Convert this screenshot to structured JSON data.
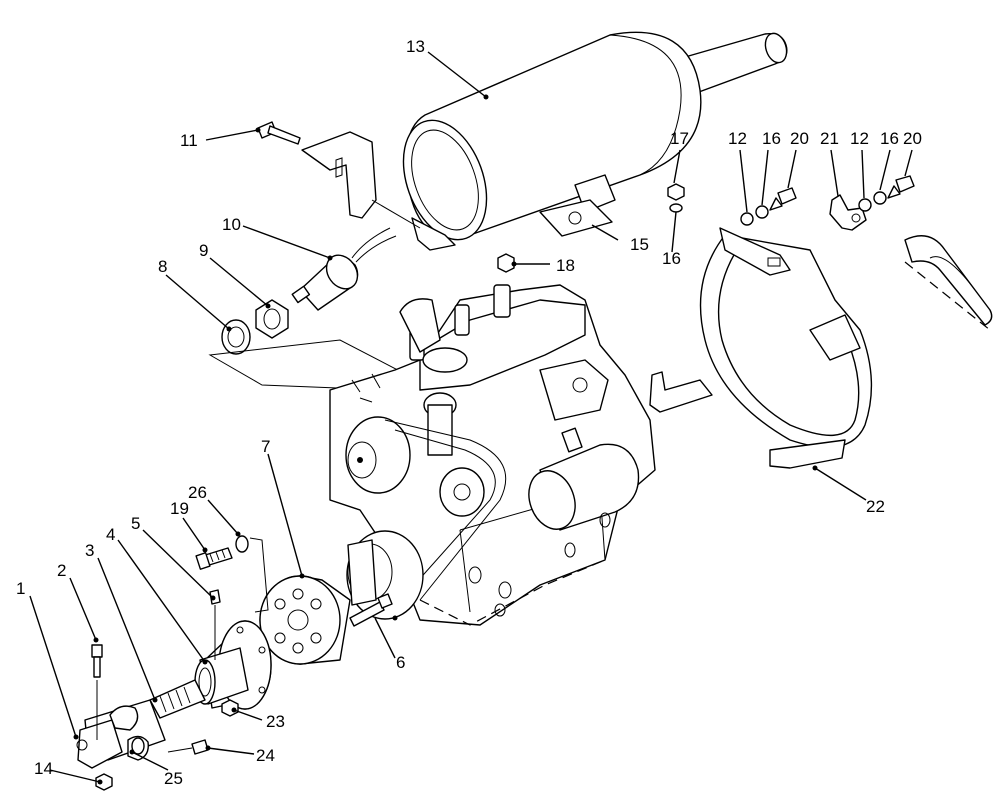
{
  "callouts": [
    {
      "id": "1",
      "label": "1"
    },
    {
      "id": "2",
      "label": "2"
    },
    {
      "id": "3",
      "label": "3"
    },
    {
      "id": "4",
      "label": "4"
    },
    {
      "id": "5",
      "label": "5"
    },
    {
      "id": "6",
      "label": "6"
    },
    {
      "id": "7",
      "label": "7"
    },
    {
      "id": "8",
      "label": "8"
    },
    {
      "id": "9",
      "label": "9"
    },
    {
      "id": "10",
      "label": "10"
    },
    {
      "id": "11",
      "label": "11"
    },
    {
      "id": "12a",
      "label": "12"
    },
    {
      "id": "12b",
      "label": "12"
    },
    {
      "id": "13",
      "label": "13"
    },
    {
      "id": "14",
      "label": "14"
    },
    {
      "id": "15",
      "label": "15"
    },
    {
      "id": "16a",
      "label": "16"
    },
    {
      "id": "16b",
      "label": "16"
    },
    {
      "id": "16c",
      "label": "16"
    },
    {
      "id": "17",
      "label": "17"
    },
    {
      "id": "18",
      "label": "18"
    },
    {
      "id": "19",
      "label": "19"
    },
    {
      "id": "20a",
      "label": "20"
    },
    {
      "id": "20b",
      "label": "20"
    },
    {
      "id": "21",
      "label": "21"
    },
    {
      "id": "22",
      "label": "22"
    },
    {
      "id": "23",
      "label": "23"
    },
    {
      "id": "24",
      "label": "24"
    },
    {
      "id": "25",
      "label": "25"
    },
    {
      "id": "26",
      "label": "26"
    }
  ]
}
